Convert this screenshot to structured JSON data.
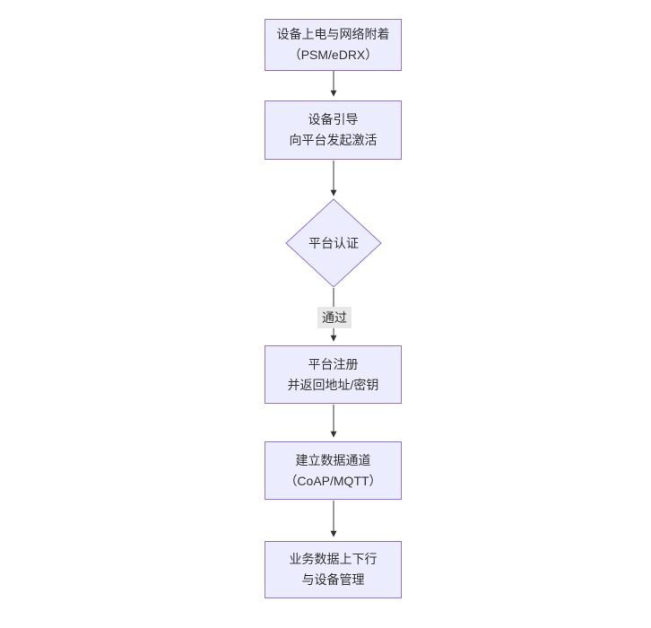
{
  "diagram": {
    "type": "flowchart",
    "direction": "top-down",
    "colors": {
      "node_fill": "#ECECFF",
      "node_border": "#9370DB",
      "edge": "#333333",
      "edge_label_bg": "#e8e8e8",
      "text": "#333333",
      "canvas_bg": "#ffffff"
    },
    "nodes": [
      {
        "id": "power-attach",
        "shape": "rect",
        "lines": [
          "设备上电与网络附着",
          "（PSM/eDRX）"
        ]
      },
      {
        "id": "bootstrap",
        "shape": "rect",
        "lines": [
          "设备引导",
          "向平台发起激活"
        ]
      },
      {
        "id": "platform-auth",
        "shape": "diamond",
        "lines": [
          "平台认证"
        ]
      },
      {
        "id": "platform-register",
        "shape": "rect",
        "lines": [
          "平台注册",
          "并返回地址/密钥"
        ]
      },
      {
        "id": "data-channel",
        "shape": "rect",
        "lines": [
          "建立数据通道",
          "（CoAP/MQTT）"
        ]
      },
      {
        "id": "business-data",
        "shape": "rect",
        "lines": [
          "业务数据上下行",
          "与设备管理"
        ]
      }
    ],
    "edges": [
      {
        "from": "power-attach",
        "to": "bootstrap",
        "label": ""
      },
      {
        "from": "bootstrap",
        "to": "platform-auth",
        "label": ""
      },
      {
        "from": "platform-auth",
        "to": "platform-register",
        "label": "通过"
      },
      {
        "from": "platform-register",
        "to": "data-channel",
        "label": ""
      },
      {
        "from": "data-channel",
        "to": "business-data",
        "label": ""
      }
    ]
  }
}
